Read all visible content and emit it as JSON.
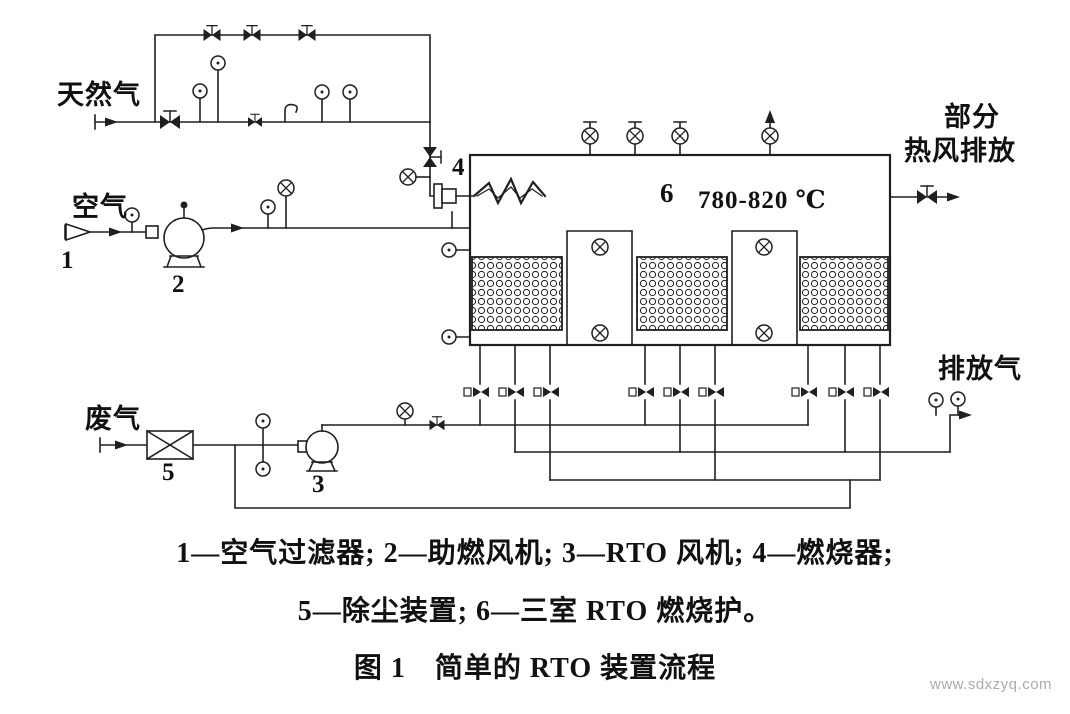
{
  "diagram": {
    "labels": {
      "natural_gas": "天然气",
      "air": "空气",
      "waste_gas": "废气",
      "partial_line1": "部分",
      "partial_line2": "热风排放",
      "exhaust_gas": "排放气",
      "chamber_number": "6",
      "temperature": "780-820 ℃",
      "n1": "1",
      "n2": "2",
      "n3": "3",
      "n4": "4",
      "n5": "5"
    },
    "colors": {
      "ink": "#1f1f1f",
      "background": "#ffffff",
      "watermark_gray": "#ababab"
    }
  },
  "legend": {
    "line1": "1—空气过滤器; 2—助燃风机; 3—RTO 风机; 4—燃烧器;",
    "line2": "5—除尘装置; 6—三室 RTO 燃烧护。"
  },
  "caption": "图 1　简单的 RTO 装置流程",
  "watermark": "www.sdxzyq.com"
}
